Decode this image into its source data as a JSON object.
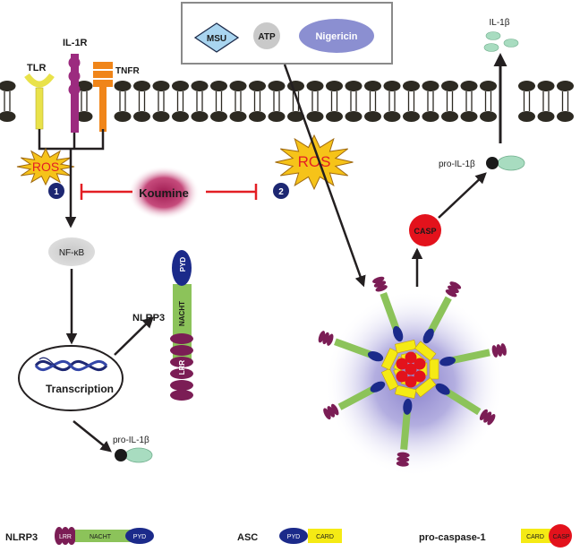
{
  "stimuli": {
    "msu": "MSU",
    "atp": "ATP",
    "nigericin": "Nigericin"
  },
  "receptors": {
    "tlr": "TLR",
    "il1r": "IL-1R",
    "tnfr": "TNFR"
  },
  "pathway": {
    "ros_left": "ROS",
    "ros_right": "ROS",
    "step1": "1",
    "step2": "2",
    "koumine": "Koumine",
    "nfkb": "NF-κB",
    "nlrp3": "NLRP3",
    "transcription": "Transcription",
    "pro_il1b_bottom": "pro-IL-1β",
    "pro_il1b_top": "pro-IL-1β",
    "il1b": "IL-1β",
    "casp": "CASP"
  },
  "nlrp3_domains": {
    "pyd": "PYD",
    "nacht": "NACHT",
    "lrr": "LRR"
  },
  "legend": {
    "nlrp3_label": "NLRP3",
    "nlrp3_lrr": "LRR",
    "nlrp3_nacht": "NACHT",
    "nlrp3_pyd": "PYD",
    "asc_label": "ASC",
    "asc_pyd": "PYD",
    "asc_card": "CARD",
    "procasp_label": "pro-caspase-1",
    "procasp_card": "CARD",
    "procasp_casp": "CASP"
  },
  "colors": {
    "membrane_head": "#2d2a22",
    "tlr": "#e9e24a",
    "il1r": "#9c2b7f",
    "tnfr": "#f08519",
    "ros_fill": "#f6c319",
    "ros_text": "#e31e24",
    "step_badge": "#1d2772",
    "inhibit": "#e31e24",
    "koumine": "#b5245f",
    "nfkb": "#cfcfcf",
    "nacht": "#8cc35a",
    "pyd": "#1b2a8a",
    "lrr": "#7b1d55",
    "card": "#f5ea14",
    "casp": "#e3121c",
    "msu": "#a9d5f0",
    "atp": "#c9c9c9",
    "nigericin": "#8b8fd1",
    "il1b": "#a8dcc0"
  }
}
